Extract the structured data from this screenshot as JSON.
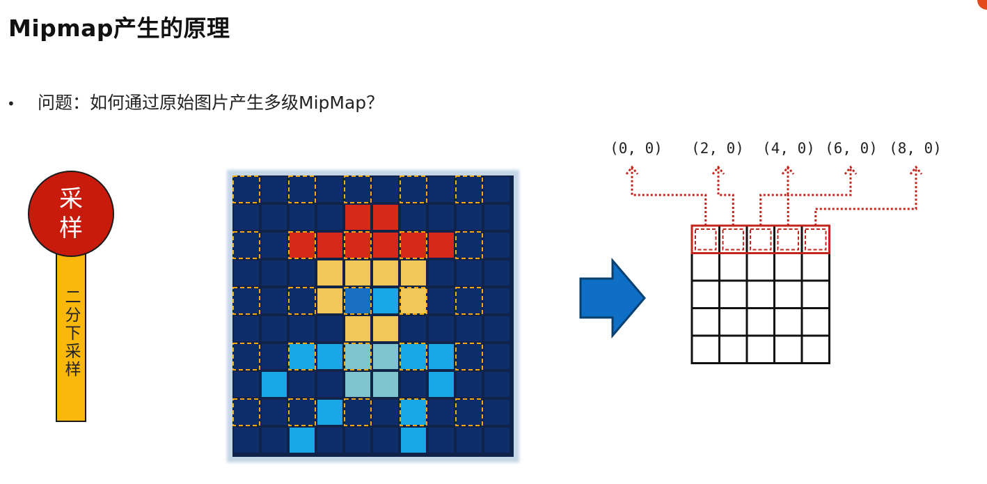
{
  "title": "Mipmap产生的原理",
  "question": {
    "bullet": "•",
    "text": "问题：如何通过原始图片产生多级MipMap？"
  },
  "sampling": {
    "circle_label": [
      "采",
      "样"
    ],
    "bar_label": "二分下采样"
  },
  "coordinates": [
    "(0, 0)",
    "(2, 0)",
    "(4, 0)",
    "(6, 0)",
    "(8, 0)"
  ],
  "colors": {
    "dark_blue": "#0f2d6b",
    "red": "#d8281a",
    "yellow": "#f2c75a",
    "light_blue": "#1aa7e8",
    "teal": "#7fc4cf",
    "mid_blue": "#1a6fc4",
    "sample_border": "#f5a800",
    "arrow_blue": "#0f6ec6",
    "dotted_red": "#c0241b",
    "circle_red": "#c81b0c",
    "bar_yellow": "#fbb80c"
  },
  "pixel_grid": {
    "rows": [
      [
        "D",
        "D",
        "D",
        "D",
        "D",
        "D",
        "D",
        "D",
        "D",
        "D"
      ],
      [
        "D",
        "D",
        "D",
        "D",
        "R",
        "R",
        "D",
        "D",
        "D",
        "D"
      ],
      [
        "D",
        "D",
        "R",
        "R",
        "R",
        "R",
        "R",
        "R",
        "D",
        "D"
      ],
      [
        "D",
        "D",
        "D",
        "Y",
        "Y",
        "Y",
        "Y",
        "D",
        "D",
        "D"
      ],
      [
        "D",
        "D",
        "D",
        "Y",
        "M",
        "B",
        "Y",
        "D",
        "D",
        "D"
      ],
      [
        "D",
        "D",
        "D",
        "D",
        "Y",
        "Y",
        "D",
        "D",
        "D",
        "D"
      ],
      [
        "D",
        "D",
        "L",
        "L",
        "T",
        "T",
        "L",
        "L",
        "D",
        "D"
      ],
      [
        "D",
        "L",
        "D",
        "D",
        "T",
        "T",
        "D",
        "L",
        "D",
        "D"
      ],
      [
        "D",
        "D",
        "D",
        "L",
        "D",
        "D",
        "L",
        "D",
        "D",
        "D"
      ],
      [
        "D",
        "D",
        "L",
        "D",
        "D",
        "D",
        "L",
        "D",
        "D",
        "D"
      ]
    ]
  },
  "mip_grid": {
    "rows": 5,
    "cols": 5,
    "highlight_row": 0
  },
  "icons": {
    "arrow": "right-arrow-icon",
    "sampling": "sampling-badge-icon"
  }
}
